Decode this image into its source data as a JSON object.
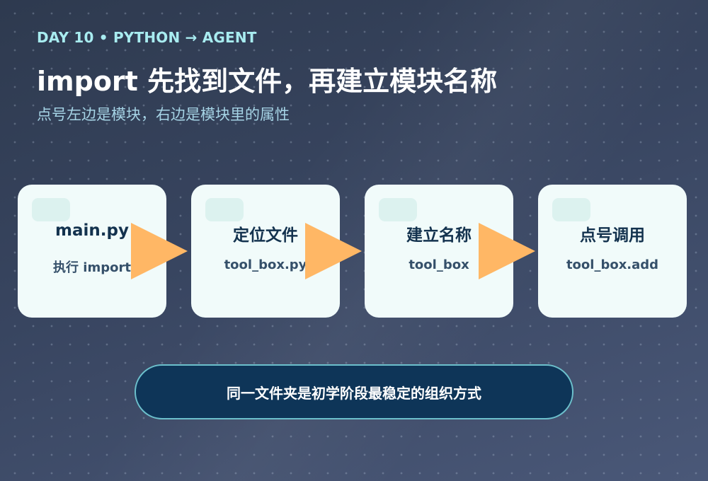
{
  "header": {
    "eyebrow": "DAY 10 • PYTHON → AGENT",
    "title": "import 先找到文件，再建立模块名称",
    "subtitle": "点号左边是模块，右边是模块里的属性"
  },
  "steps": [
    {
      "title": "main.py",
      "subtitle": "执行 import"
    },
    {
      "title": "定位文件",
      "subtitle": "tool_box.py"
    },
    {
      "title": "建立名称",
      "subtitle": "tool_box"
    },
    {
      "title": "点号调用",
      "subtitle": "tool_box.add"
    }
  ],
  "banner": {
    "text": "同一文件夹是初学阶段最稳定的组织方式"
  },
  "colors": {
    "arrow": "#ffb765",
    "card": "#f1fbfa",
    "banner": "#0e3558",
    "accent": "#a8ecf0"
  }
}
